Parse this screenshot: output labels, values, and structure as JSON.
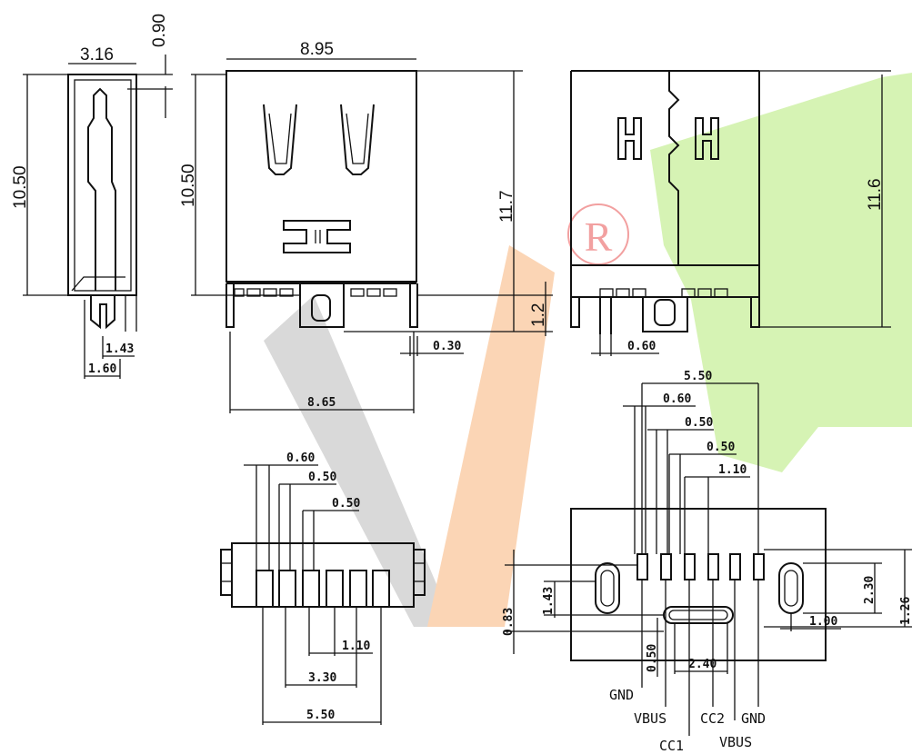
{
  "watermark": {
    "registered_mark": "R",
    "colors": {
      "gray": "#d9d9d9",
      "orange": "#fbd5b5",
      "green": "#d6f3b4",
      "trademark": "#f2a0a0"
    }
  },
  "views": {
    "side": {
      "width": "3.16",
      "top_offset": "0.90",
      "height": "10.50",
      "pin_pitch": "1.43",
      "pin_offset": "1.60"
    },
    "front": {
      "width": "8.95",
      "body_height": "10.50",
      "total_height": "11.7",
      "tail": "1.2",
      "pin_thk": "0.30",
      "foot_span": "8.65"
    },
    "rear": {
      "height": "11.6",
      "pin_gap": "0.60"
    },
    "bottom": {
      "pitch_a": "0.60",
      "pitch_b": "0.50",
      "pitch_c": "0.50",
      "span_a": "1.10",
      "span_b": "3.30",
      "span_c": "5.50"
    },
    "footprint": {
      "span": "5.50",
      "pitch_a": "0.60",
      "pitch_b": "0.50",
      "pitch_c": "0.50",
      "pitch_d": "1.10",
      "d_083": "0.83",
      "d_143": "1.43",
      "d_050": "0.50",
      "slot": "2.40",
      "d_230": "2.30",
      "d_100": "1.00",
      "d_126": "1.26"
    }
  },
  "pin_labels": [
    "GND",
    "VBUS",
    "CC1",
    "CC2",
    "GND",
    "VBUS"
  ]
}
